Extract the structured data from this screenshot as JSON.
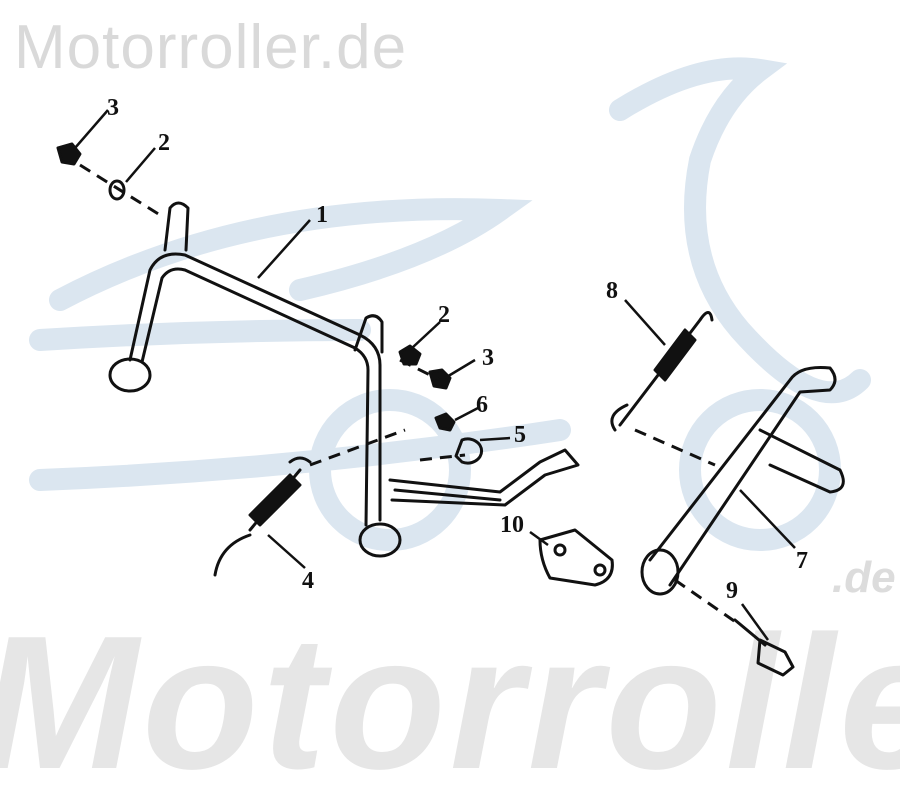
{
  "watermark": {
    "top": "Motorroller.de",
    "bottom": "Motorroller",
    "bottom_suffix": ".de"
  },
  "colors": {
    "line": "#111111",
    "watermark_gray": "#d9d9d9",
    "logo_blue": "#dbe6f0"
  },
  "callouts": [
    "1",
    "2",
    "3",
    "2",
    "3",
    "4",
    "5",
    "6",
    "7",
    "8",
    "9",
    "10"
  ]
}
